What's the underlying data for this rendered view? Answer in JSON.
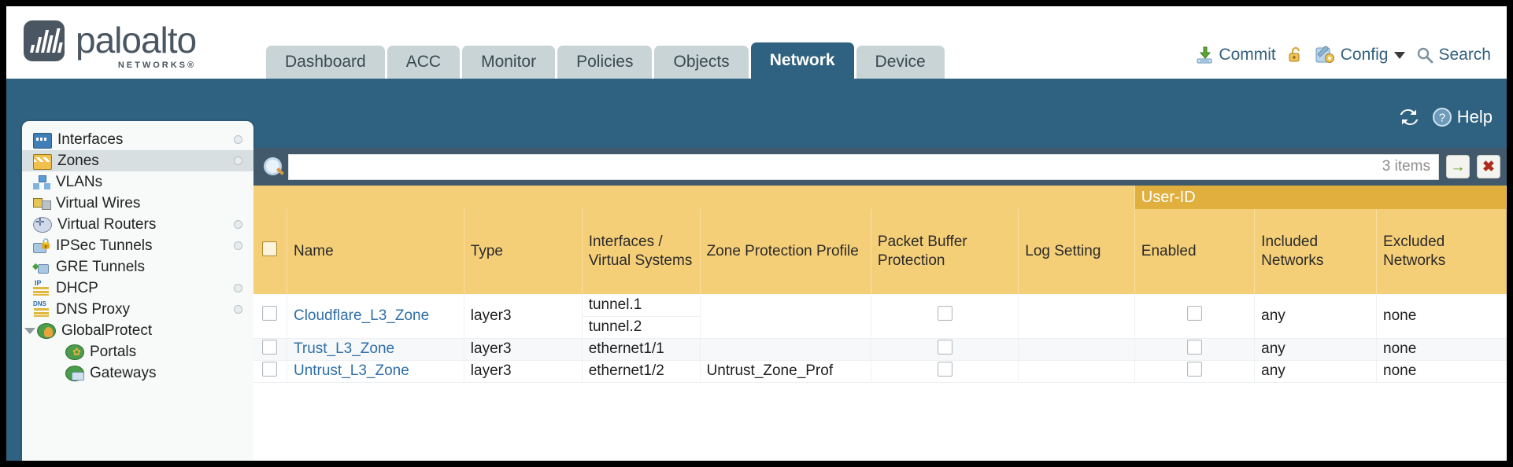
{
  "brand": {
    "name": "paloalto",
    "tagline": "NETWORKS®"
  },
  "nav": {
    "tabs": [
      {
        "label": "Dashboard",
        "active": false
      },
      {
        "label": "ACC",
        "active": false
      },
      {
        "label": "Monitor",
        "active": false
      },
      {
        "label": "Policies",
        "active": false
      },
      {
        "label": "Objects",
        "active": false
      },
      {
        "label": "Network",
        "active": true
      },
      {
        "label": "Device",
        "active": false
      }
    ]
  },
  "header_actions": {
    "commit": "Commit",
    "lock_icon": "unlocked-padlock-icon",
    "config": "Config",
    "search": "Search"
  },
  "blue_bar": {
    "refresh_icon": "refresh-icon",
    "help": "Help"
  },
  "sidebar": {
    "items": [
      {
        "label": "Interfaces",
        "icon": "interfaces-icon",
        "selected": false,
        "dot": true,
        "indent": false,
        "twisty": false
      },
      {
        "label": "Zones",
        "icon": "zones-icon",
        "selected": true,
        "dot": true,
        "indent": false,
        "twisty": false
      },
      {
        "label": "VLANs",
        "icon": "vlans-icon",
        "selected": false,
        "dot": false,
        "indent": false,
        "twisty": false
      },
      {
        "label": "Virtual Wires",
        "icon": "virtual-wires-icon",
        "selected": false,
        "dot": false,
        "indent": false,
        "twisty": false
      },
      {
        "label": "Virtual Routers",
        "icon": "virtual-routers-icon",
        "selected": false,
        "dot": true,
        "indent": false,
        "twisty": false
      },
      {
        "label": "IPSec Tunnels",
        "icon": "ipsec-tunnels-icon",
        "selected": false,
        "dot": true,
        "indent": false,
        "twisty": false
      },
      {
        "label": "GRE Tunnels",
        "icon": "gre-tunnels-icon",
        "selected": false,
        "dot": false,
        "indent": false,
        "twisty": false
      },
      {
        "label": "DHCP",
        "icon": "dhcp-icon",
        "selected": false,
        "dot": true,
        "indent": false,
        "twisty": false
      },
      {
        "label": "DNS Proxy",
        "icon": "dns-proxy-icon",
        "selected": false,
        "dot": true,
        "indent": false,
        "twisty": false
      },
      {
        "label": "GlobalProtect",
        "icon": "globalprotect-icon",
        "selected": false,
        "dot": false,
        "indent": false,
        "twisty": true
      },
      {
        "label": "Portals",
        "icon": "portals-icon",
        "selected": false,
        "dot": false,
        "indent": true,
        "twisty": false
      },
      {
        "label": "Gateways",
        "icon": "gateways-icon",
        "selected": false,
        "dot": false,
        "indent": true,
        "twisty": false
      }
    ]
  },
  "search": {
    "icon": "search-icon",
    "value": "",
    "placeholder": "",
    "items_count": "3 items",
    "apply_icon": "→",
    "clear_icon": "✖"
  },
  "table": {
    "group_header": {
      "user_id": "User-ID"
    },
    "columns": [
      "Name",
      "Type",
      "Interfaces / Virtual Systems",
      "Zone Protection Profile",
      "Packet Buffer Protection",
      "Log Setting",
      "Enabled",
      "Included Networks",
      "Excluded Networks"
    ],
    "rows": [
      {
        "name": "Cloudflare_L3_Zone",
        "type": "layer3",
        "interfaces": [
          "tunnel.1",
          "tunnel.2"
        ],
        "zone_protection_profile": "",
        "packet_buffer_protection": false,
        "log_setting": "",
        "user_id_enabled": false,
        "included_networks": "any",
        "excluded_networks": "none"
      },
      {
        "name": "Trust_L3_Zone",
        "type": "layer3",
        "interfaces": [
          "ethernet1/1"
        ],
        "zone_protection_profile": "",
        "packet_buffer_protection": false,
        "log_setting": "",
        "user_id_enabled": false,
        "included_networks": "any",
        "excluded_networks": "none"
      },
      {
        "name": "Untrust_L3_Zone",
        "type": "layer3",
        "interfaces": [
          "ethernet1/2"
        ],
        "zone_protection_profile": "Untrust_Zone_Prof",
        "packet_buffer_protection": false,
        "log_setting": "",
        "user_id_enabled": false,
        "included_networks": "any",
        "excluded_networks": "none"
      }
    ]
  },
  "colors": {
    "brand_blue": "#2f6280",
    "table_header": "#f5cf78",
    "group_header": "#e0af3e",
    "link": "#2f6fa8",
    "search_bar": "#41596a"
  }
}
